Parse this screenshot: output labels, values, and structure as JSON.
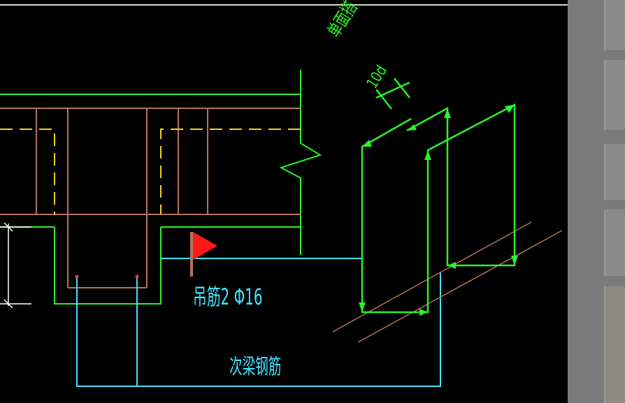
{
  "labels": {
    "hanger_rebar": "吊筋2 Φ16",
    "secondary_beam_rebar": "次梁钢筋",
    "diameter_label": "单面搭",
    "ten_d": "10d"
  },
  "colors": {
    "background": "#000000",
    "green": "#29f229",
    "brown": "#b5735b",
    "yellow": "#f2d21a",
    "cyan": "#3fe4ff",
    "red": "#ff1a1a",
    "side_panel": "#7a7a7a"
  }
}
